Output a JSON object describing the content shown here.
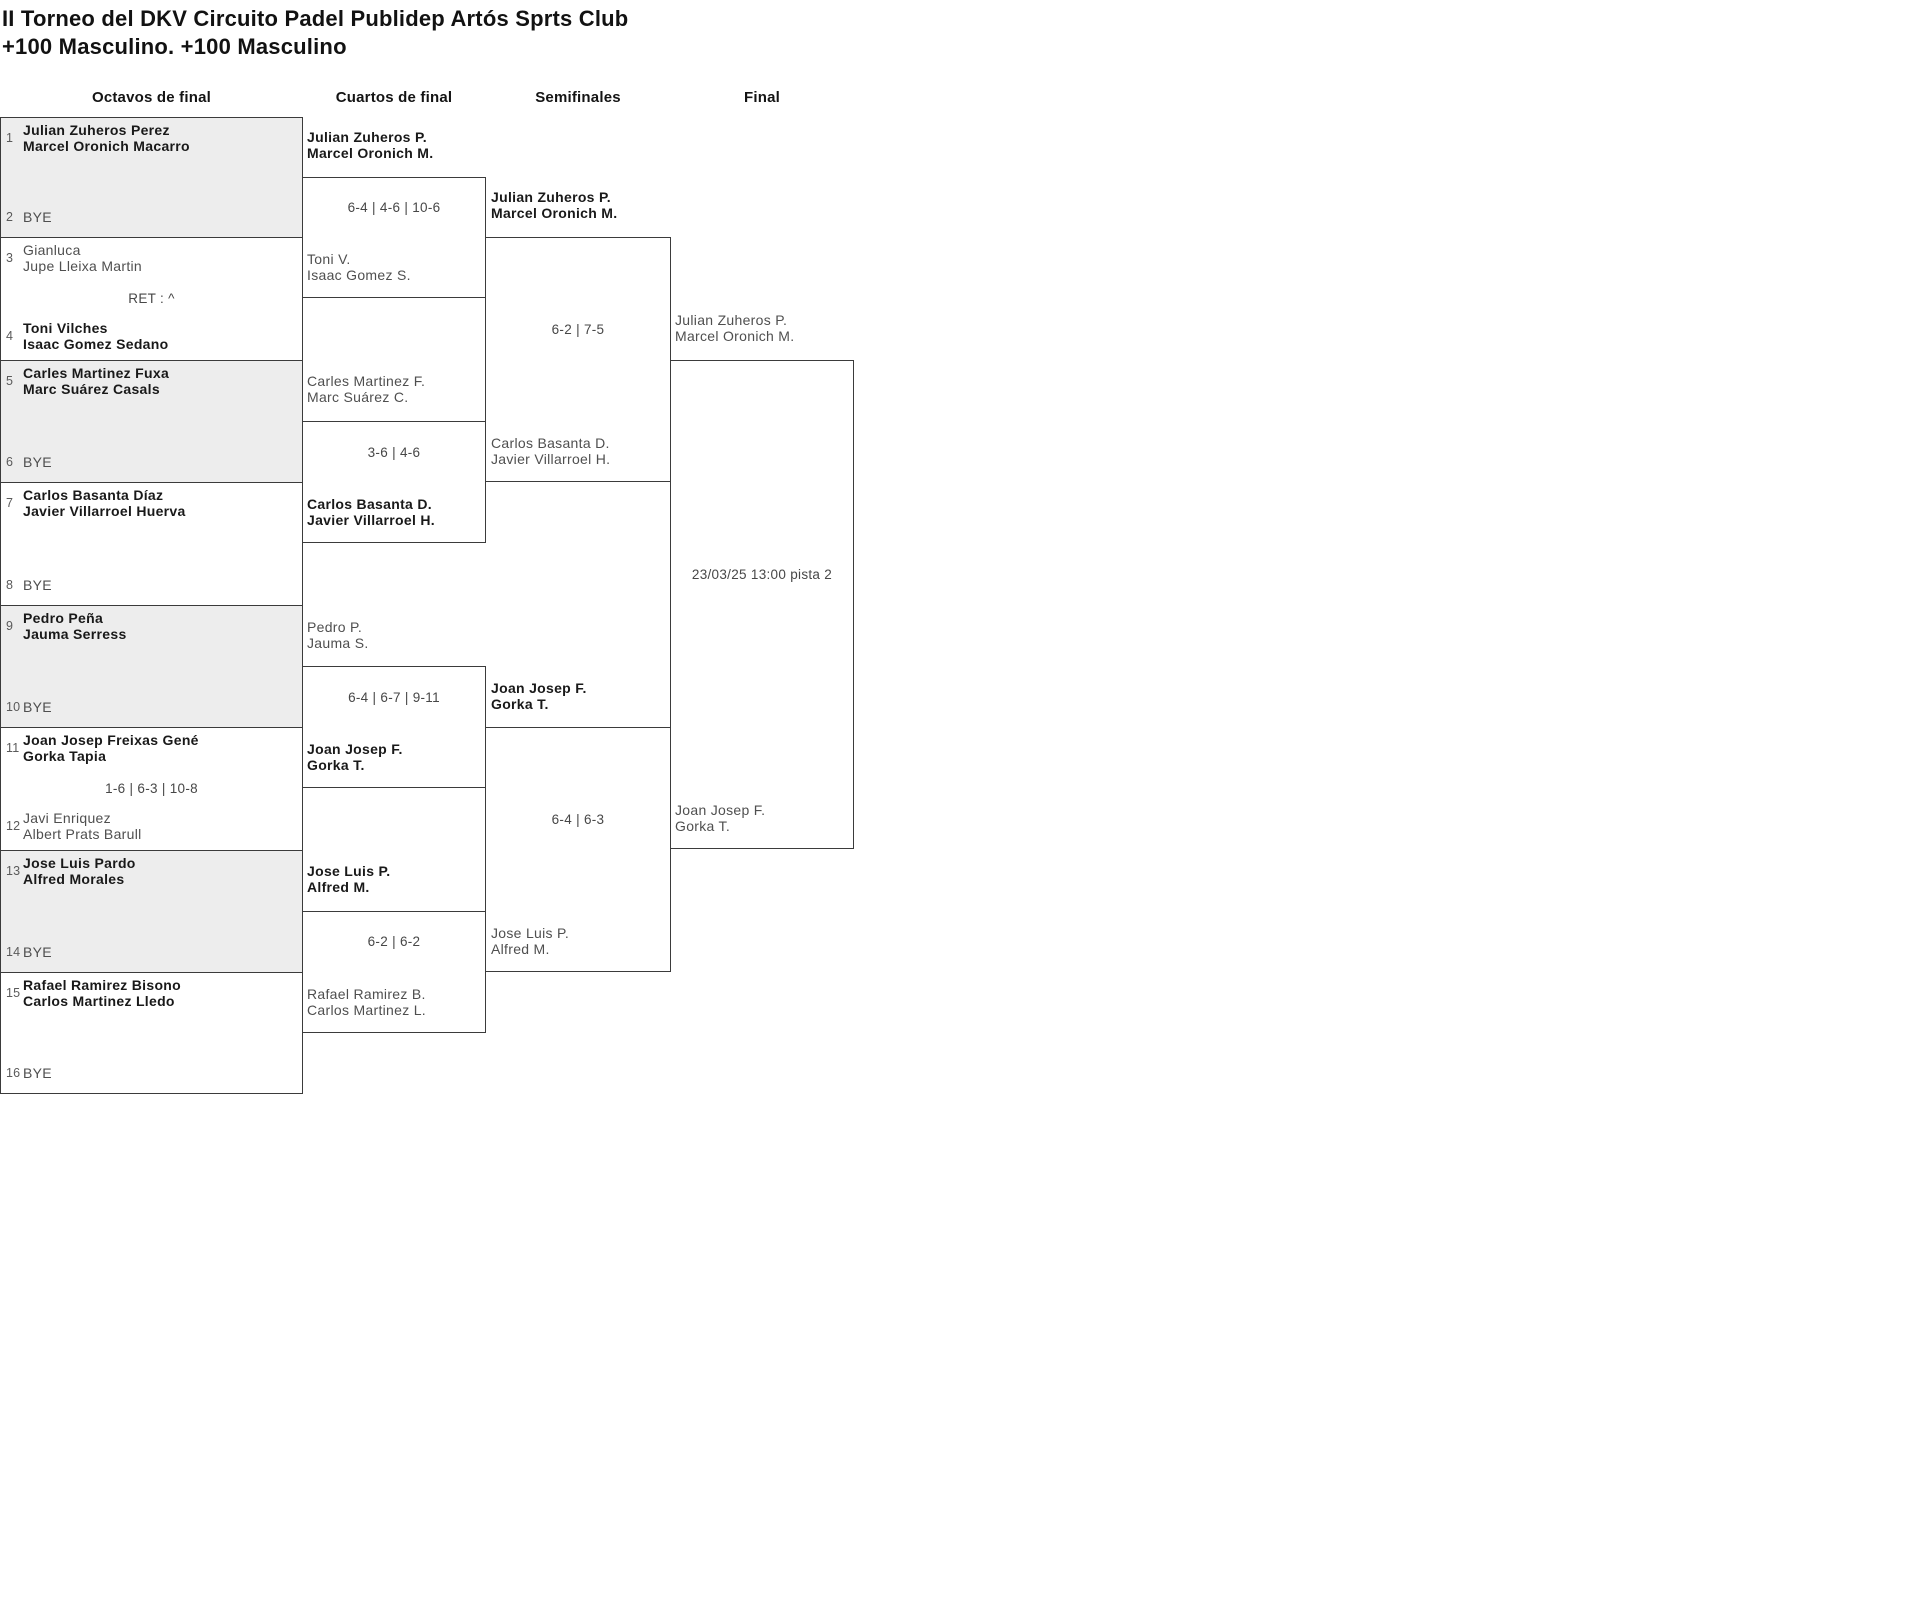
{
  "title": "II Torneo del DKV Circuito Padel Publidep Artós Sprts Club",
  "subtitle": "+100 Masculino. +100 Masculino",
  "round_headers": [
    "Octavos de final",
    "Cuartos de final",
    "Semifinales",
    "Final"
  ],
  "r16": [
    {
      "seed_top": "1",
      "top1": "Julian Zuheros Perez",
      "top2": "Marcel Oronich Macarro",
      "score": "",
      "seed_bottom": "2",
      "bottom1": "BYE",
      "bottom2": ""
    },
    {
      "seed_top": "3",
      "top1": "Gianluca",
      "top2": "Jupe Lleixa Martin",
      "score": "RET : ^",
      "seed_bottom": "4",
      "bottom1": "Toni Vilches",
      "bottom2": "Isaac Gomez Sedano"
    },
    {
      "seed_top": "5",
      "top1": "Carles Martinez Fuxa",
      "top2": "Marc Suárez Casals",
      "score": "",
      "seed_bottom": "6",
      "bottom1": "BYE",
      "bottom2": ""
    },
    {
      "seed_top": "7",
      "top1": "Carlos Basanta Díaz",
      "top2": "Javier Villarroel Huerva",
      "score": "",
      "seed_bottom": "8",
      "bottom1": "BYE",
      "bottom2": ""
    },
    {
      "seed_top": "9",
      "top1": "Pedro Peña",
      "top2": "Jauma Serress",
      "score": "",
      "seed_bottom": "10",
      "bottom1": "BYE",
      "bottom2": ""
    },
    {
      "seed_top": "11",
      "top1": "Joan Josep Freixas Gené",
      "top2": "Gorka Tapia",
      "score": "1-6 | 6-3 | 10-8",
      "seed_bottom": "12",
      "bottom1": "Javi Enriquez",
      "bottom2": "Albert Prats Barull"
    },
    {
      "seed_top": "13",
      "top1": "Jose Luis Pardo",
      "top2": "Alfred Morales",
      "score": "",
      "seed_bottom": "14",
      "bottom1": "BYE",
      "bottom2": ""
    },
    {
      "seed_top": "15",
      "top1": "Rafael Ramirez Bisono",
      "top2": "Carlos Martinez Lledo",
      "score": "",
      "seed_bottom": "16",
      "bottom1": "BYE",
      "bottom2": ""
    }
  ],
  "qf": [
    {
      "top1": "Julian Zuheros P.",
      "top2": "Marcel Oronich M.",
      "score": "6-4 | 4-6 | 10-6",
      "bottom1": "Toni V.",
      "bottom2": "Isaac Gomez S."
    },
    {
      "top1": "Carles Martinez F.",
      "top2": "Marc Suárez C.",
      "score": "3-6 | 4-6",
      "bottom1": "Carlos Basanta D.",
      "bottom2": "Javier Villarroel H."
    },
    {
      "top1": "Pedro P.",
      "top2": "Jauma S.",
      "score": "6-4 | 6-7 | 9-11",
      "bottom1": "Joan Josep F.",
      "bottom2": "Gorka T."
    },
    {
      "top1": "Jose Luis P.",
      "top2": "Alfred M.",
      "score": "6-2 | 6-2",
      "bottom1": "Rafael Ramirez B.",
      "bottom2": "Carlos Martinez L."
    }
  ],
  "sf": [
    {
      "top1": "Julian Zuheros P.",
      "top2": "Marcel Oronich M.",
      "score": "6-2 | 7-5",
      "bottom1": "Carlos Basanta D.",
      "bottom2": "Javier Villarroel H."
    },
    {
      "top1": "Joan Josep F.",
      "top2": "Gorka T.",
      "score": "6-4 | 6-3",
      "bottom1": "Jose Luis P.",
      "bottom2": "Alfred M."
    }
  ],
  "final": {
    "top1": "Julian Zuheros P.",
    "top2": "Marcel Oronich M.",
    "schedule": "23/03/25 13:00 pista 2",
    "bottom1": "Joan Josep F.",
    "bottom2": "Gorka T."
  },
  "colors": {
    "shaded_row": "#ededed",
    "border": "#3b3b3b",
    "winner_text": "#191919",
    "loser_text": "#4f4f4f"
  }
}
